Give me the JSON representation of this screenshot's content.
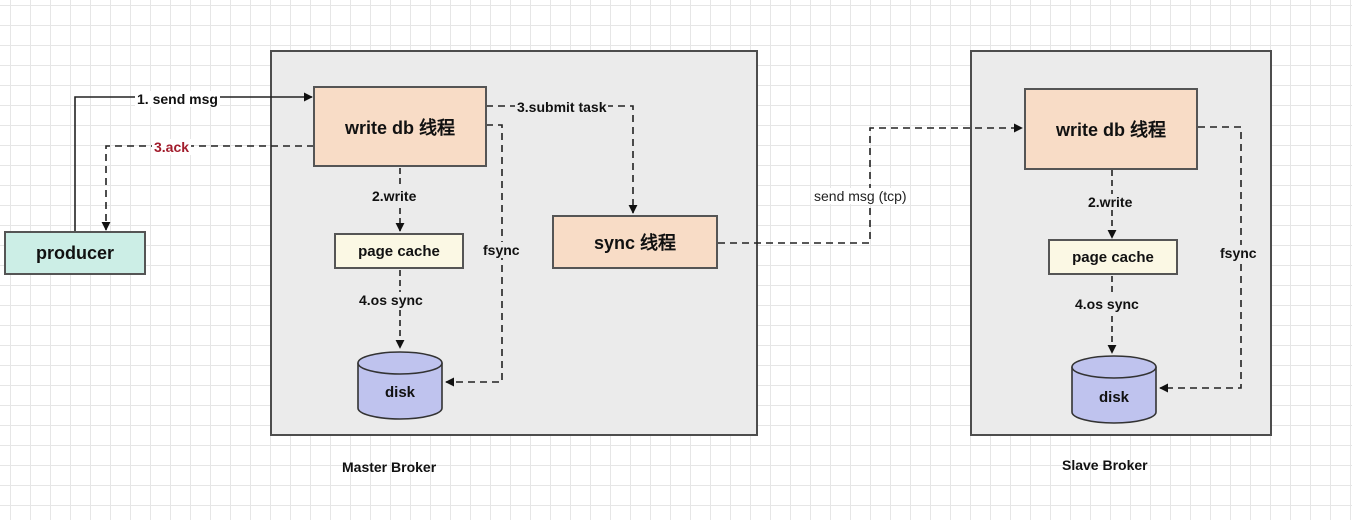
{
  "producer": {
    "label": "producer"
  },
  "master": {
    "caption": "Master Broker",
    "write_db_label": "write db 线程",
    "sync_label": "sync 线程",
    "page_cache_label": "page cache",
    "disk_label": "disk",
    "edges": {
      "send_msg": "1. send msg",
      "ack": "3.ack",
      "write": "2.write",
      "os_sync": "4.os sync",
      "fsync": "fsync",
      "submit_task": "3.submit task"
    }
  },
  "replication": {
    "label": "send msg (tcp)"
  },
  "slave": {
    "caption": "Slave Broker",
    "write_db_label": "write db 线程",
    "page_cache_label": "page cache",
    "disk_label": "disk",
    "edges": {
      "write": "2.write",
      "os_sync": "4.os sync",
      "fsync": "fsync"
    }
  },
  "colors": {
    "process_fill": "#f8dcc6",
    "cache_fill": "#fbf8e4",
    "producer_fill": "#cceee6",
    "disk_fill": "#bfc3ee",
    "container_fill": "#ebebeb",
    "ack_label": "#a21c2c"
  }
}
